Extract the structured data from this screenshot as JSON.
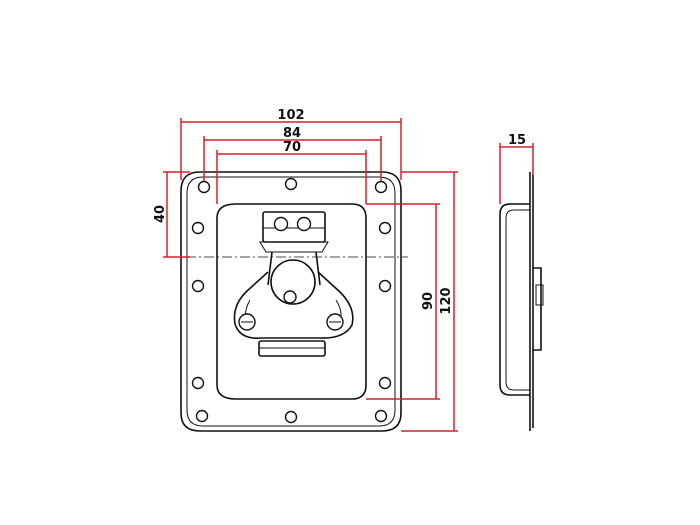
{
  "drawing": {
    "front_view": {
      "dimensions": {
        "overall_width": "102",
        "hole_spacing_width": "84",
        "recess_width": "70",
        "hole_offset_height": "40",
        "recess_height": "90",
        "overall_height": "120"
      }
    },
    "side_view": {
      "dimensions": {
        "depth": "15"
      }
    },
    "colors": {
      "dimension_lines": "#d6202e",
      "outline": "#111111",
      "background": "#ffffff"
    }
  }
}
